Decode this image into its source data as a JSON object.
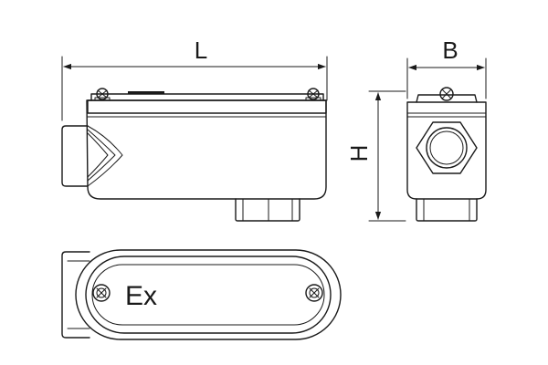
{
  "dimensions": {
    "length": "L",
    "breadth": "B",
    "height": "H"
  },
  "cover_marking": "Ex",
  "colors": {
    "line": "#1a1a1a",
    "background": "#ffffff"
  },
  "icons": [
    "screw-icon",
    "arrowhead-icon"
  ]
}
